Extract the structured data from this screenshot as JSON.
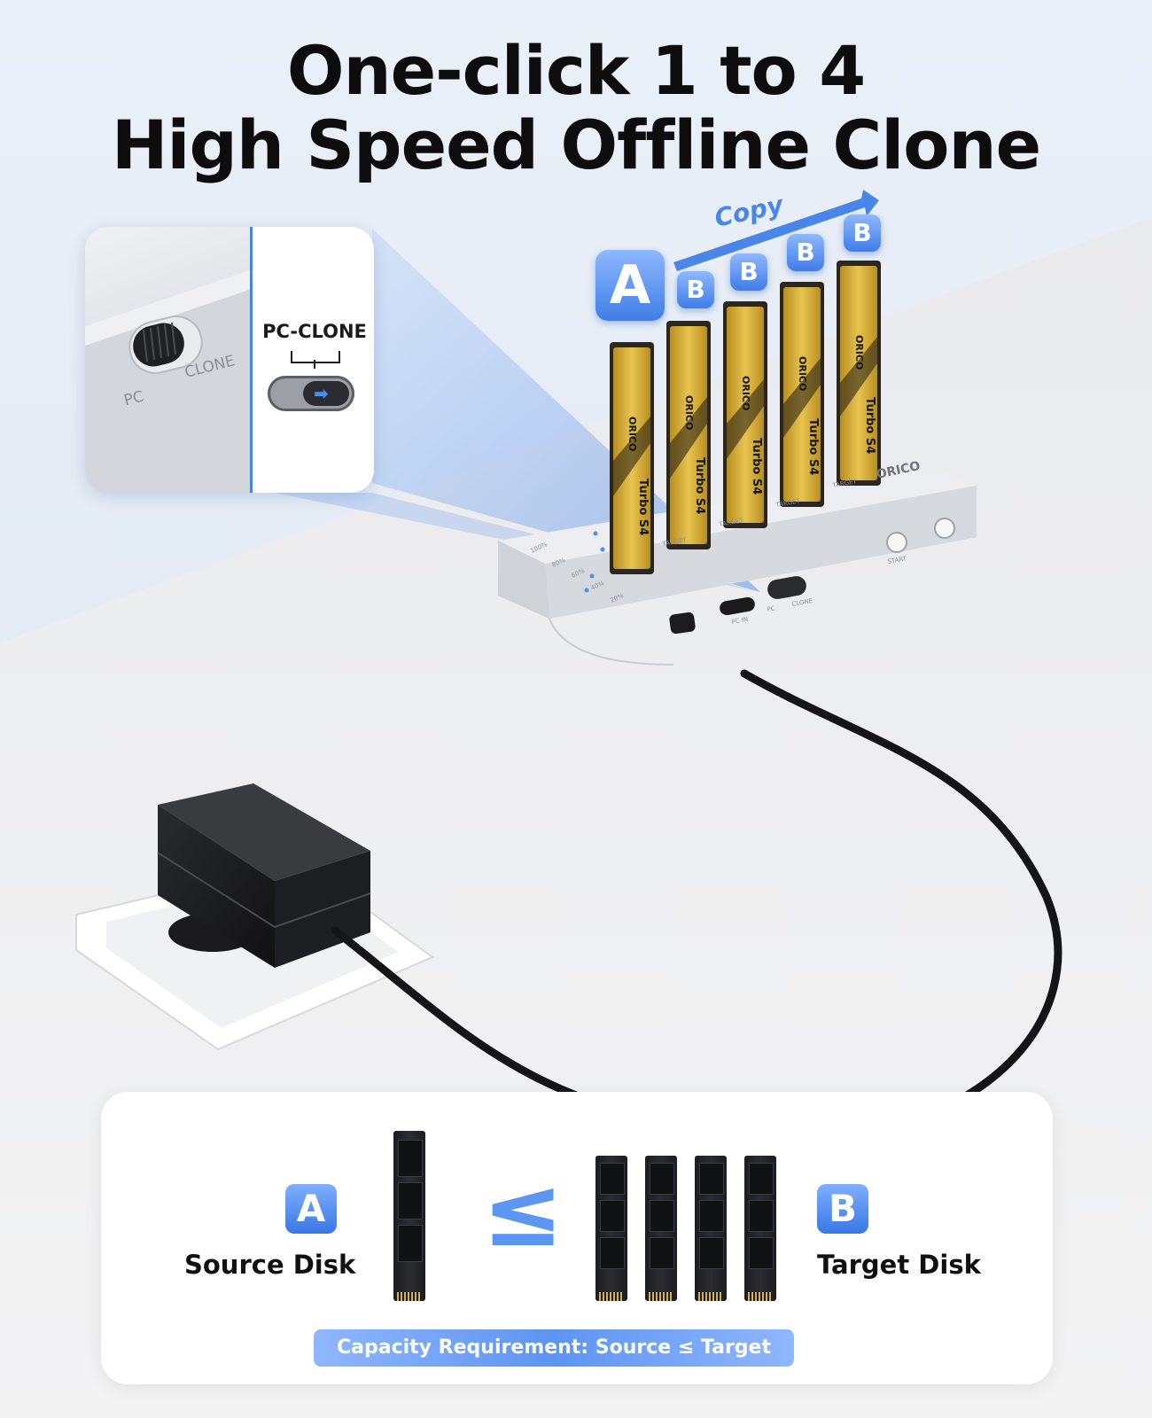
{
  "headline": {
    "line1": "One-click 1 to 4",
    "line2": "High Speed Offline Clone"
  },
  "callout": {
    "photo_labels": [
      "PC",
      "CLONE"
    ],
    "switch_label": "PC-CLONE"
  },
  "copy_flow": {
    "label": "Copy",
    "source_badge": "A",
    "target_badges": [
      "B",
      "B",
      "B",
      "B"
    ]
  },
  "device": {
    "brand": "ORICO",
    "ssd_model": "Turbo S4",
    "slot_label": "TARGET",
    "progress_marks": [
      "100%",
      "80%",
      "60%",
      "40%",
      "20%"
    ],
    "port_label": "PC IN",
    "switch_labels": [
      "PC",
      "CLONE"
    ],
    "start_label": "START"
  },
  "legend": {
    "source_badge": "A",
    "source_label": "Source Disk",
    "relation_symbol": "≤",
    "target_badge": "B",
    "target_label": "Target Disk",
    "requirement": "Capacity Requirement: Source ≤ Target"
  },
  "colors": {
    "accent": "#3f7de8",
    "accent_light": "#8fb8ff",
    "ssd_gold": "#d9b13a"
  }
}
